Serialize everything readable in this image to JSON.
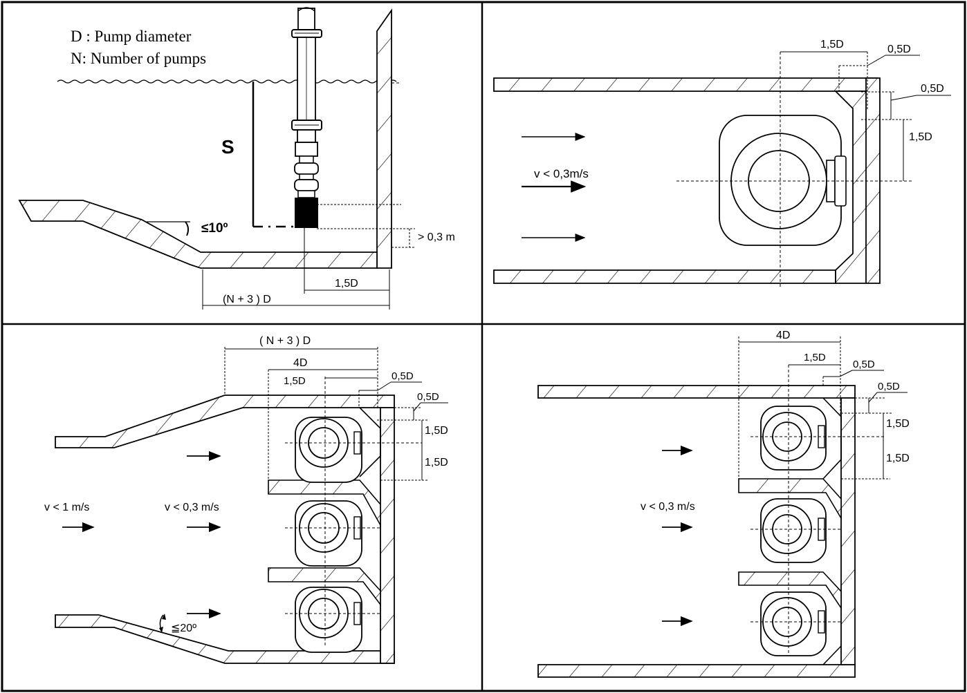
{
  "legend": {
    "d_definition": "D : Pump diameter",
    "n_definition": "N: Number of pumps"
  },
  "panel_side": {
    "submergence": "S",
    "slope": "≤10º",
    "floor_clearance": "> 0,3 m",
    "back_distance": "1,5D",
    "approach_length": "(N + 3 ) D"
  },
  "panel_single": {
    "dim_back": "1,5D",
    "dim_wall_top": "0,5D",
    "dim_wall_side": "0,5D",
    "dim_side": "1,5D",
    "velocity": "v < 0,3m/s"
  },
  "panel_multi_tapered": {
    "dim_total": "( N + 3 ) D",
    "dim_4d": "4D",
    "dim_back": "1,5D",
    "dim_wall_top": "0,5D",
    "dim_wall_side": "0,5D",
    "dim_side_1": "1,5D",
    "dim_side_2": "1,5D",
    "velocity_inlet": "v < 1 m/s",
    "velocity_sump": "v < 0,3 m/s",
    "taper_angle": "≦20º"
  },
  "panel_multi_straight": {
    "dim_4d": "4D",
    "dim_back": "1,5D",
    "dim_wall_top": "0,5D",
    "dim_wall_side": "0,5D",
    "dim_side_1": "1,5D",
    "dim_side_2": "1,5D",
    "velocity": "v < 0,3 m/s"
  }
}
